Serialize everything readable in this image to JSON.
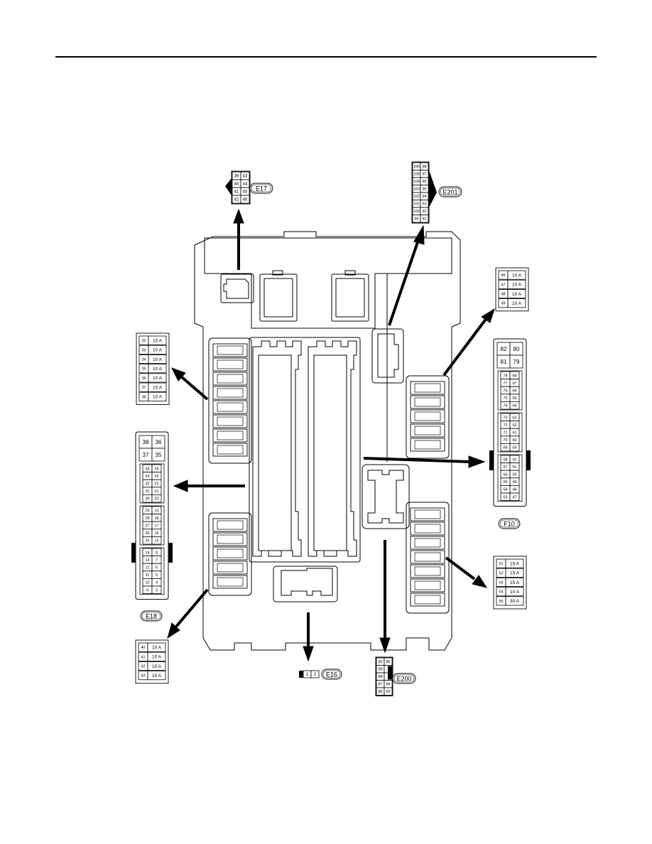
{
  "page": {
    "top_rule": true
  },
  "connectors": {
    "E17": {
      "label": "E17",
      "left_col": [
        "39",
        "40",
        "41",
        "42"
      ],
      "right_col": [
        "43",
        "44",
        "45",
        "46"
      ]
    },
    "E201": {
      "label": "E201",
      "left_col": [
        "106",
        "105",
        "104",
        "103",
        "102",
        "101",
        "100",
        "99"
      ],
      "right_col": [
        "98",
        "97",
        "96",
        "95",
        "94",
        "93",
        "92",
        "91"
      ]
    },
    "E18": {
      "label": "E18",
      "big": [
        [
          "38",
          "36"
        ],
        [
          "37",
          "35"
        ]
      ],
      "groups": [
        [
          [
            "34",
            "24"
          ],
          [
            "33",
            "23"
          ],
          [
            "32",
            "22"
          ],
          [
            "31",
            "21"
          ],
          [
            "30",
            "20"
          ]
        ],
        [
          [
            "29",
            "19"
          ],
          [
            "28",
            "18"
          ],
          [
            "27",
            "17"
          ],
          [
            "26",
            "16"
          ],
          [
            "25",
            "15"
          ]
        ],
        [
          [
            "14",
            "8"
          ],
          [
            "13",
            "7"
          ],
          [
            "12",
            "6"
          ],
          [
            "11",
            "5"
          ],
          [
            "10",
            "4"
          ],
          [
            "9",
            "3"
          ]
        ]
      ]
    },
    "F10": {
      "label": "F10",
      "big": [
        [
          "82",
          "80"
        ],
        [
          "81",
          "79"
        ]
      ],
      "groups": [
        [
          [
            "78",
            "68"
          ],
          [
            "77",
            "67"
          ],
          [
            "76",
            "66"
          ],
          [
            "75",
            "65"
          ],
          [
            "74",
            "64"
          ]
        ],
        [
          [
            "73",
            "63"
          ],
          [
            "72",
            "62"
          ],
          [
            "71",
            "61"
          ],
          [
            "70",
            "60"
          ],
          [
            "69",
            "59"
          ]
        ],
        [
          [
            "58",
            "52"
          ],
          [
            "57",
            "51"
          ],
          [
            "56",
            "50"
          ],
          [
            "55",
            "49"
          ],
          [
            "54",
            "48"
          ],
          [
            "53",
            "47"
          ]
        ]
      ]
    },
    "E16": {
      "label": "E16",
      "pins": [
        "1",
        "2"
      ]
    },
    "E200": {
      "label": "E200",
      "left_col": [
        "90",
        "89",
        "88",
        "87",
        "86"
      ],
      "right_col": [
        "85",
        "",
        "",
        "84",
        "83"
      ]
    }
  },
  "fuse_tables": {
    "left_upper": [
      [
        "32",
        "15 A"
      ],
      [
        "33",
        "10 A"
      ],
      [
        "34",
        "10 A"
      ],
      [
        "35",
        "10 A"
      ],
      [
        "36",
        "10 A"
      ],
      [
        "37",
        "15 A"
      ],
      [
        "38",
        "10 A"
      ]
    ],
    "left_lower": [
      [
        "40",
        "10 A"
      ],
      [
        "41",
        "10 A"
      ],
      [
        "42",
        "15 A"
      ],
      [
        "43",
        "10 A"
      ]
    ],
    "right_upper": [
      [
        "46",
        "10 A"
      ],
      [
        "47",
        "10 A"
      ],
      [
        "48",
        "10 A"
      ],
      [
        "49",
        "10 A"
      ]
    ],
    "right_lower": [
      [
        "51",
        "15 A"
      ],
      [
        "52",
        "15 A"
      ],
      [
        "53",
        "15 A"
      ],
      [
        "54",
        "10 A"
      ],
      [
        "55",
        "30 A"
      ]
    ]
  }
}
